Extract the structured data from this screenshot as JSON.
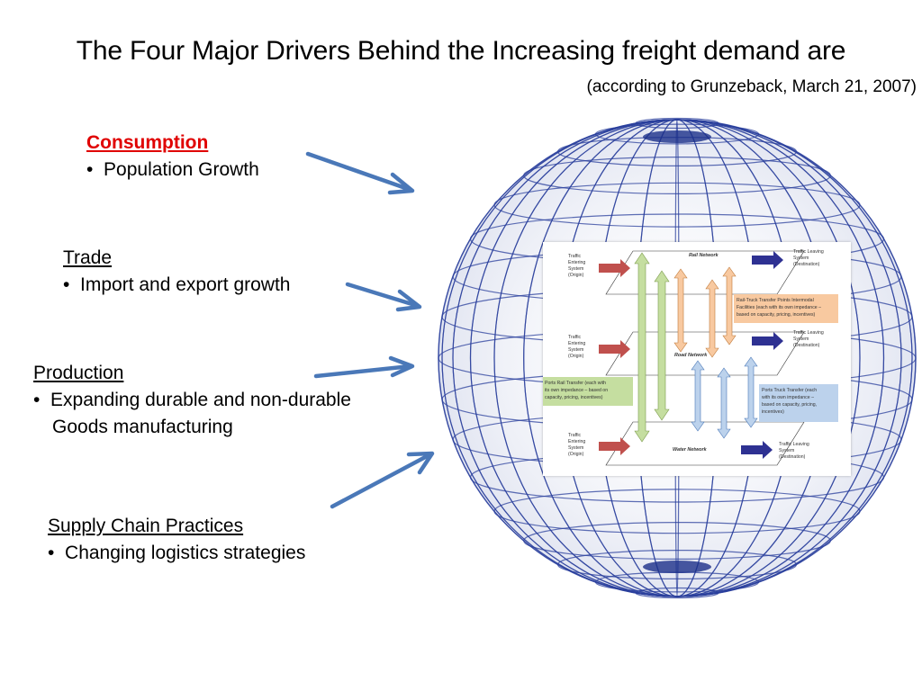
{
  "title": "The Four Major Drivers Behind the Increasing freight demand are",
  "subtitle": "(according to Grunzeback, March 21, 2007)",
  "drivers": [
    {
      "heading": "Consumption",
      "bullet": "Population Growth"
    },
    {
      "heading": "Trade",
      "bullet": "Import and export growth"
    },
    {
      "heading": "Production",
      "bullet": "Expanding durable and non-durable",
      "bullet_cont": "Goods manufacturing"
    },
    {
      "heading": "Supply Chain Practices",
      "bullet": "Changing logistics strategies"
    }
  ],
  "inset": {
    "rail_network": "Rail Network",
    "road_network": "Road Network",
    "water_network": "Water Network",
    "entering_1": [
      "Traffic",
      "Entering",
      "System",
      "(Origin)"
    ],
    "entering_2": [
      "Traffic",
      "Entering",
      "System",
      "(Origin)"
    ],
    "entering_3": [
      "Traffic",
      "Entering",
      "System",
      "(Origin)"
    ],
    "leaving_1": [
      "Traffic Leaving",
      "System",
      "(Destination)"
    ],
    "leaving_2": [
      "Traffic Leaving",
      "System",
      "(Destination)"
    ],
    "leaving_3": [
      "Traffic Leaving",
      "System",
      "(Destination)"
    ],
    "rail_truck_box": [
      "Rail-Truck Transfer Points Intermodal",
      "Facilities (each with its own impedance –",
      "based on capacity, pricing, incentives)"
    ],
    "ports_rail_box": [
      "Ports Rail Transfer (each with",
      "its own impedance – based on",
      "capacity, pricing, incentives)"
    ],
    "ports_truck_box": [
      "Ports Truck Transfer (each",
      "with its own impedance –",
      "based on capacity, pricing,",
      "incentives)"
    ]
  },
  "colors": {
    "arrow_blue": "#4a78b8",
    "heading_red": "#e00000",
    "globe_line": "#2a3f9c",
    "rail_truck_fill": "#f8c9a0",
    "ports_rail_fill": "#c5dea0",
    "ports_truck_fill": "#bcd2ec",
    "entering_arrow": "#c0504d",
    "leaving_arrow": "#2e3192"
  }
}
